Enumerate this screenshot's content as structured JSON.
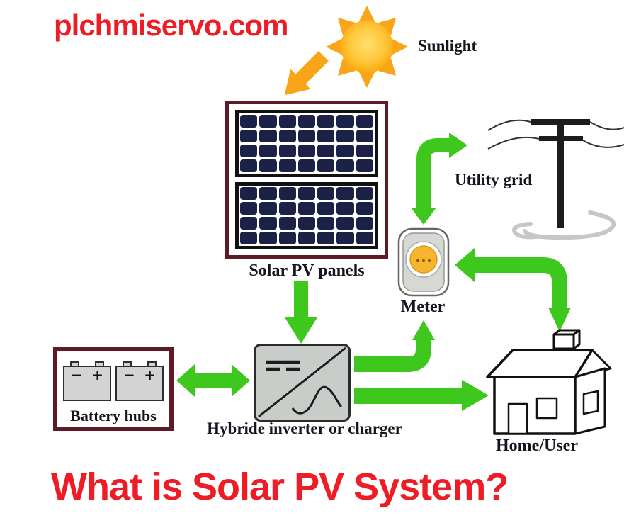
{
  "watermark": "plchmiservo.com",
  "title": "What is Solar PV System?",
  "nodes": {
    "sunlight": {
      "label": "Sunlight",
      "icon": "sun-icon"
    },
    "solar_panels": {
      "label": "Solar PV panels",
      "icon": "solar-panel-icon"
    },
    "utility_grid": {
      "label": "Utility grid",
      "icon": "power-pole-icon"
    },
    "meter": {
      "label": "Meter",
      "icon": "meter-icon"
    },
    "battery": {
      "label": "Battery hubs",
      "icon": "battery-icon",
      "minus": "−",
      "plus": "+"
    },
    "inverter": {
      "label": "Hybride inverter or charger",
      "icon": "inverter-icon"
    },
    "home": {
      "label": "Home/User",
      "icon": "house-icon"
    }
  },
  "connections": [
    {
      "from": "sunlight",
      "to": "solar_panels",
      "style": "orange-arrow"
    },
    {
      "from": "solar_panels",
      "to": "inverter",
      "style": "green-arrow-down"
    },
    {
      "between": [
        "battery",
        "inverter"
      ],
      "style": "green-arrow-bidirectional"
    },
    {
      "from": "inverter",
      "to": "meter",
      "style": "green-elbow-arrow-up"
    },
    {
      "from": "inverter",
      "to": "home",
      "style": "green-arrow-right"
    },
    {
      "between": [
        "meter",
        "utility_grid"
      ],
      "style": "green-elbow-arrow-bidirectional"
    },
    {
      "between": [
        "home",
        "meter"
      ],
      "style": "green-elbow-arrow-bidirectional"
    }
  ],
  "colors": {
    "arrow_green": "#3ec81e",
    "sun_orange": "#f9a51a",
    "border_maroon": "#5e1b26",
    "panel_navy": "#1b2147",
    "brand_red": "#ee1c24",
    "device_gray": "#c9cdc9",
    "meter_dial_orange": "#f6b52e"
  }
}
